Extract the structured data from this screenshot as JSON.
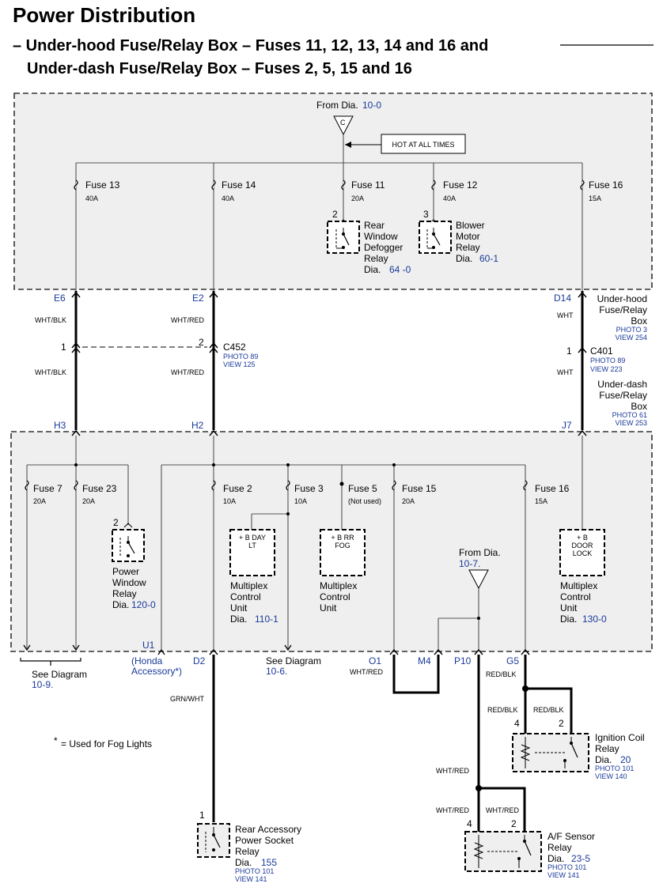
{
  "title": "Power Distribution",
  "subtitle": {
    "line1": "– Under-hood Fuse/Relay Box – Fuses 11, 12, 13, 14 and 16 and",
    "line2": "Under-dash Fuse/Relay Box – Fuses 2, 5, 15 and 16"
  },
  "underhood": {
    "from_dia_label": "From Dia.",
    "from_dia_ref": "10-0",
    "terminal": "C",
    "hot_label": "HOT AT ALL TIMES",
    "fuses": [
      {
        "name": "Fuse 13",
        "rating": "40A"
      },
      {
        "name": "Fuse 14",
        "rating": "40A"
      },
      {
        "name": "Fuse 11",
        "rating": "20A"
      },
      {
        "name": "Fuse 12",
        "rating": "40A"
      },
      {
        "name": "Fuse 16",
        "rating": "15A"
      }
    ],
    "relay_defogger": {
      "pin": "2",
      "l1": "Rear",
      "l2": "Window",
      "l3": "Defogger",
      "l4": "Relay",
      "dia": "Dia.",
      "ref": "64 -0"
    },
    "relay_blower": {
      "pin": "3",
      "l1": "Blower",
      "l2": "Motor",
      "l3": "Relay",
      "dia": "Dia.",
      "ref": "60-1"
    },
    "box_l1": "Under-hood",
    "box_l2": "Fuse/Relay",
    "box_l3": "Box",
    "box_photo": "PHOTO 3",
    "box_view": "VIEW 254"
  },
  "middle": {
    "e6": "E6",
    "e2": "E2",
    "d14": "D14",
    "wire_e6_top": "WHT/BLK",
    "wire_e2_top": "WHT/RED",
    "wire_d14_top": "WHT",
    "pin1": "1",
    "pin2": "2",
    "pin1b": "1",
    "c452": "C452",
    "c452_photo": "PHOTO 89",
    "c452_view": "VIEW 125",
    "wire_e6_bot": "WHT/BLK",
    "wire_e2_bot": "WHT/RED",
    "wire_d14_bot": "WHT",
    "c401": "C401",
    "c401_photo": "PHOTO 89",
    "c401_view": "VIEW 223",
    "h3": "H3",
    "h2": "H2",
    "j7": "J7"
  },
  "underdash": {
    "box_l1": "Under-dash",
    "box_l2": "Fuse/Relay",
    "box_l3": "Box",
    "box_photo": "PHOTO 61",
    "box_view": "VIEW 253",
    "fuses": [
      {
        "name": "Fuse 7",
        "rating": "20A"
      },
      {
        "name": "Fuse 23",
        "rating": "20A"
      },
      {
        "name": "Fuse 2",
        "rating": "10A"
      },
      {
        "name": "Fuse 3",
        "rating": "10A"
      },
      {
        "name": "Fuse 5",
        "rating": "(Not used)"
      },
      {
        "name": "Fuse 15",
        "rating": "20A"
      },
      {
        "name": "Fuse 16",
        "rating": "15A"
      }
    ],
    "pw_relay": {
      "pin": "2",
      "l1": "Power",
      "l2": "Window",
      "l3": "Relay",
      "dia": "Dia.",
      "ref": "120-0"
    },
    "mcu1": {
      "b1": "+ B DAY",
      "b2": "LT",
      "l1": "Multiplex",
      "l2": "Control",
      "l3": "Unit",
      "dia": "Dia.",
      "ref": "110-1"
    },
    "mcu2": {
      "b1": "+ B RR",
      "b2": "FOG",
      "l1": "Multiplex",
      "l2": "Control",
      "l3": "Unit"
    },
    "mcu3": {
      "b1": "+ B",
      "b2": "DOOR",
      "b3": "LOCK",
      "l1": "Multiplex",
      "l2": "Control",
      "l3": "Unit",
      "dia": "Dia.",
      "ref": "130-0"
    },
    "from_dia_label": "From Dia.",
    "from_dia_ref": "10-7."
  },
  "bottom": {
    "see9_l1": "See Diagram",
    "see9_ref": "10-9.",
    "u1": "U1",
    "honda_l1": "(Honda",
    "honda_l2": "Accessory*)",
    "d2": "D2",
    "see6_l1": "See Diagram",
    "see6_ref": "10-6.",
    "o1": "O1",
    "m4": "M4",
    "p10": "P10",
    "g5": "G5",
    "wire_o1": "WHT/RED",
    "wire_g5": "RED/BLK",
    "wire_d2": "GRN/WHT",
    "footnote_star": "*",
    "footnote_text": "= Used for Fog Lights",
    "ign": {
      "pin4": "4",
      "pin2": "2",
      "w4": "RED/BLK",
      "w2": "RED/BLK",
      "l1": "Ignition Coil",
      "l2": "Relay",
      "dia": "Dia.",
      "ref": "20",
      "photo": "PHOTO 101",
      "view": "VIEW 140"
    },
    "wire_p10": "WHT/RED",
    "af": {
      "pin4": "4",
      "pin2": "2",
      "w4": "WHT/RED",
      "w2": "WHT/RED",
      "l1": "A/F Sensor",
      "l2": "Relay",
      "dia": "Dia.",
      "ref": "23-5",
      "photo": "PHOTO 101",
      "view": "VIEW 141"
    },
    "rear": {
      "pin": "1",
      "l1": "Rear Accessory",
      "l2": "Power Socket",
      "l3": "Relay",
      "dia": "Dia.",
      "ref": "155",
      "photo": "PHOTO 101",
      "view": "VIEW 141"
    }
  }
}
